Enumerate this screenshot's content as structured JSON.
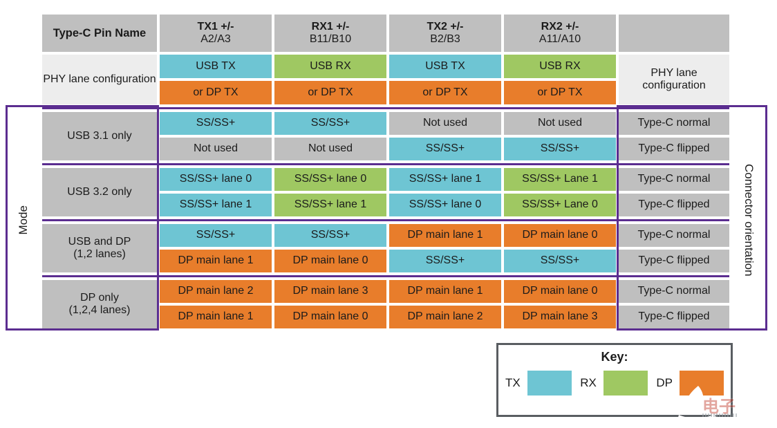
{
  "colors": {
    "tx_cyan": "#6EC5D3",
    "rx_green": "#9FC862",
    "dp_orange": "#E87D2B",
    "gray_cell": "#BFBFBF",
    "light_gray": "#EDEDED",
    "purple_border": "#5B2D90",
    "key_border": "#595D61"
  },
  "header": {
    "pin_name_label": "Type-C Pin Name",
    "columns": [
      {
        "line1": "TX1 +/-",
        "line2": "A2/A3"
      },
      {
        "line1": "RX1 +/-",
        "line2": "B11/B10"
      },
      {
        "line1": "TX2 +/-",
        "line2": "B2/B3"
      },
      {
        "line1": "RX2 +/-",
        "line2": "A11/A10"
      }
    ]
  },
  "phy": {
    "left_label": "PHY lane configuration",
    "right_label": "PHY lane configuration",
    "usb_row": [
      {
        "t": "USB TX",
        "c": "tx"
      },
      {
        "t": "USB RX",
        "c": "rx"
      },
      {
        "t": "USB TX",
        "c": "tx"
      },
      {
        "t": "USB RX",
        "c": "rx"
      }
    ],
    "dp_row": [
      {
        "t": "or DP TX",
        "c": "dp"
      },
      {
        "t": "or DP TX",
        "c": "dp"
      },
      {
        "t": "or DP TX",
        "c": "dp"
      },
      {
        "t": "or DP TX",
        "c": "dp"
      }
    ]
  },
  "axes": {
    "mode_label": "Mode",
    "orientation_label": "Connector orientation"
  },
  "sections": [
    {
      "mode_lines": [
        "USB 3.1 only"
      ],
      "rows": [
        {
          "cells": [
            {
              "t": "SS/SS+",
              "c": "tx"
            },
            {
              "t": "SS/SS+",
              "c": "tx"
            },
            {
              "t": "Not used",
              "c": "na"
            },
            {
              "t": "Not used",
              "c": "na"
            }
          ],
          "orientation": "Type-C normal"
        },
        {
          "cells": [
            {
              "t": "Not used",
              "c": "na"
            },
            {
              "t": "Not used",
              "c": "na"
            },
            {
              "t": "SS/SS+",
              "c": "tx"
            },
            {
              "t": "SS/SS+",
              "c": "tx"
            }
          ],
          "orientation": "Type-C flipped"
        }
      ]
    },
    {
      "mode_lines": [
        "USB 3.2 only"
      ],
      "rows": [
        {
          "cells": [
            {
              "t": "SS/SS+ lane 0",
              "c": "tx"
            },
            {
              "t": "SS/SS+ lane 0",
              "c": "rx"
            },
            {
              "t": "SS/SS+ lane 1",
              "c": "tx"
            },
            {
              "t": "SS/SS+ Lane 1",
              "c": "rx"
            }
          ],
          "orientation": "Type-C normal"
        },
        {
          "cells": [
            {
              "t": "SS/SS+ lane 1",
              "c": "tx"
            },
            {
              "t": "SS/SS+ lane 1",
              "c": "rx"
            },
            {
              "t": "SS/SS+ lane 0",
              "c": "tx"
            },
            {
              "t": "SS/SS+ Lane 0",
              "c": "rx"
            }
          ],
          "orientation": "Type-C flipped"
        }
      ]
    },
    {
      "mode_lines": [
        "USB and DP",
        "(1,2 lanes)"
      ],
      "rows": [
        {
          "cells": [
            {
              "t": "SS/SS+",
              "c": "tx"
            },
            {
              "t": "SS/SS+",
              "c": "tx"
            },
            {
              "t": "DP main lane 1",
              "c": "dp"
            },
            {
              "t": "DP main lane 0",
              "c": "dp"
            }
          ],
          "orientation": "Type-C normal"
        },
        {
          "cells": [
            {
              "t": "DP main lane 1",
              "c": "dp"
            },
            {
              "t": "DP main lane 0",
              "c": "dp"
            },
            {
              "t": "SS/SS+",
              "c": "tx"
            },
            {
              "t": "SS/SS+",
              "c": "tx"
            }
          ],
          "orientation": "Type-C flipped"
        }
      ]
    },
    {
      "mode_lines": [
        "DP only",
        "(1,2,4 lanes)"
      ],
      "rows": [
        {
          "cells": [
            {
              "t": "DP main lane 2",
              "c": "dp"
            },
            {
              "t": "DP main lane 3",
              "c": "dp"
            },
            {
              "t": "DP main lane 1",
              "c": "dp"
            },
            {
              "t": "DP main lane 0",
              "c": "dp"
            }
          ],
          "orientation": "Type-C normal"
        },
        {
          "cells": [
            {
              "t": "DP main lane 1",
              "c": "dp"
            },
            {
              "t": "DP main lane 0",
              "c": "dp"
            },
            {
              "t": "DP main lane 2",
              "c": "dp"
            },
            {
              "t": "DP main lane 3",
              "c": "dp"
            }
          ],
          "orientation": "Type-C flipped"
        }
      ]
    }
  ],
  "key": {
    "title": "Key:",
    "items": [
      {
        "label": "TX",
        "c": "tx"
      },
      {
        "label": "RX",
        "c": "rx"
      },
      {
        "label": "DP",
        "c": "dp"
      }
    ]
  },
  "watermark": {
    "text": "电子"
  }
}
